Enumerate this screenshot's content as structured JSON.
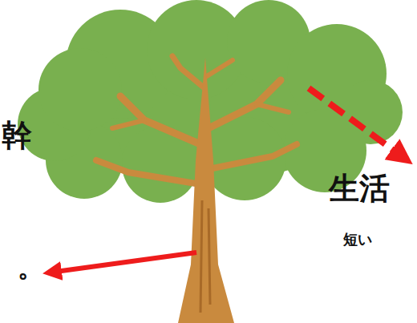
{
  "diagram": {
    "labels": [
      "幹",
      "生活",
      "短い",
      "。"
    ]
  }
}
